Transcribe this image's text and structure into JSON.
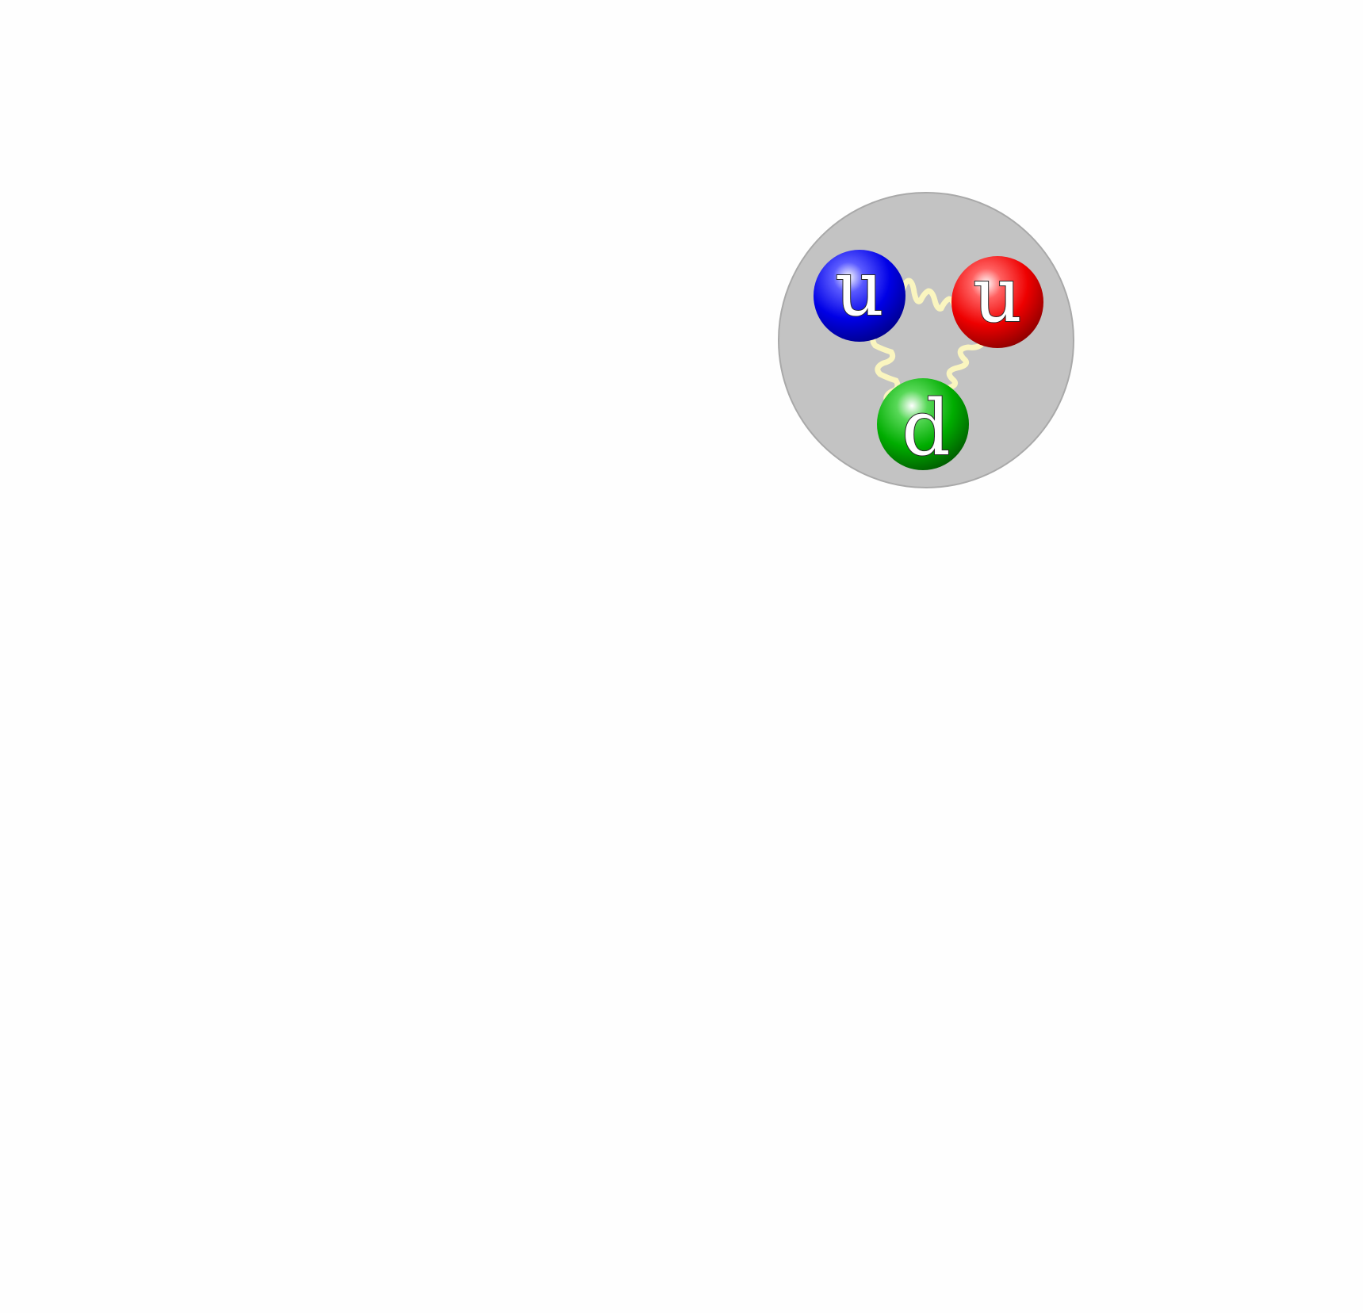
{
  "diagram": {
    "colors": {
      "background": "#fefefe",
      "hadron_fill": "#c3c3c3",
      "hadron_stroke": "#a9a9a9",
      "gluon": "#fbf7c0"
    },
    "quarks": [
      {
        "id": "up-1",
        "label": "u",
        "color": "#0000ee"
      },
      {
        "id": "up-2",
        "label": "u",
        "color": "#ee0000"
      },
      {
        "id": "down",
        "label": "d",
        "color": "#00aa00"
      }
    ],
    "gluon_links": [
      {
        "from": "up-1",
        "to": "up-2"
      },
      {
        "from": "up-1",
        "to": "down"
      },
      {
        "from": "up-2",
        "to": "down"
      }
    ]
  }
}
